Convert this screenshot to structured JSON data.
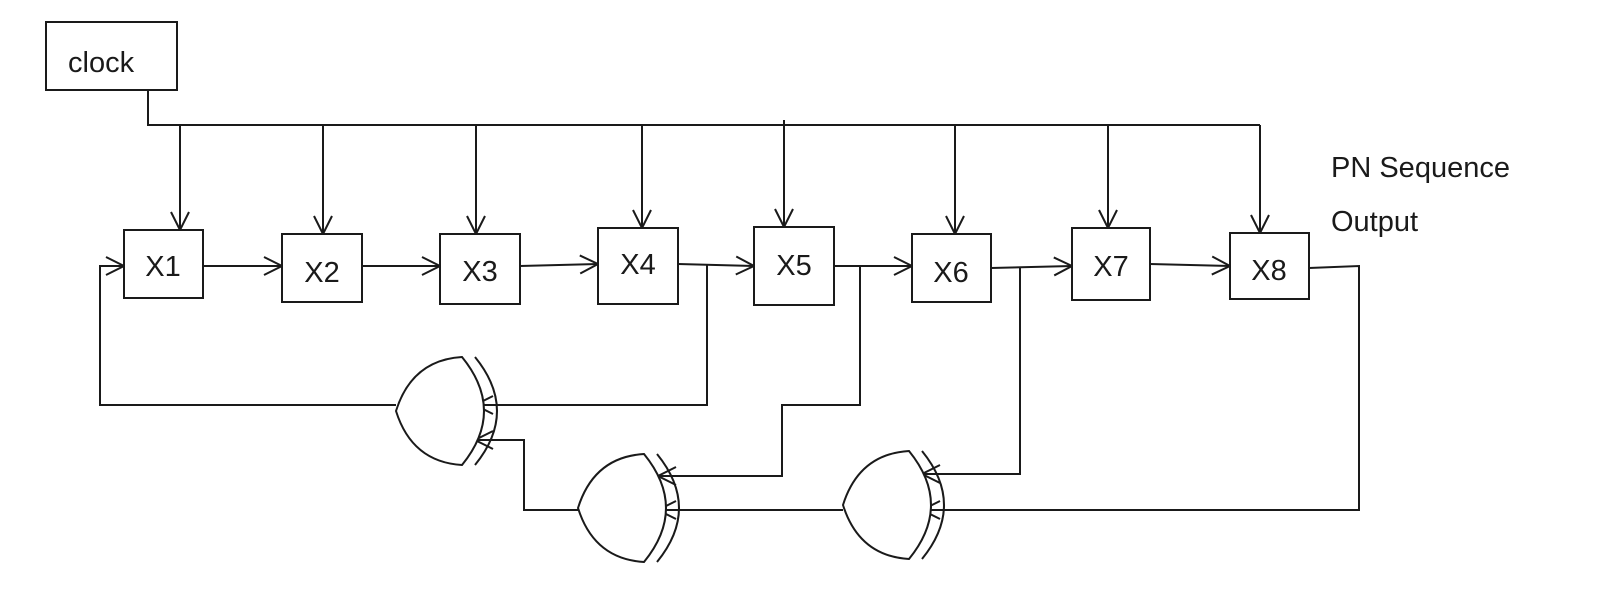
{
  "clock": {
    "label": "clock"
  },
  "registers": [
    {
      "id": "x1",
      "label": "X1"
    },
    {
      "id": "x2",
      "label": "X2"
    },
    {
      "id": "x3",
      "label": "X3"
    },
    {
      "id": "x4",
      "label": "X4"
    },
    {
      "id": "x5",
      "label": "X5"
    },
    {
      "id": "x6",
      "label": "X6"
    },
    {
      "id": "x7",
      "label": "X7"
    },
    {
      "id": "x8",
      "label": "X8"
    }
  ],
  "output": {
    "line1": "PN Sequence",
    "line2": "Output"
  },
  "gates": [
    {
      "id": "xor-gate-1",
      "type": "XOR"
    },
    {
      "id": "xor-gate-2",
      "type": "XOR"
    },
    {
      "id": "xor-gate-3",
      "type": "XOR"
    }
  ]
}
